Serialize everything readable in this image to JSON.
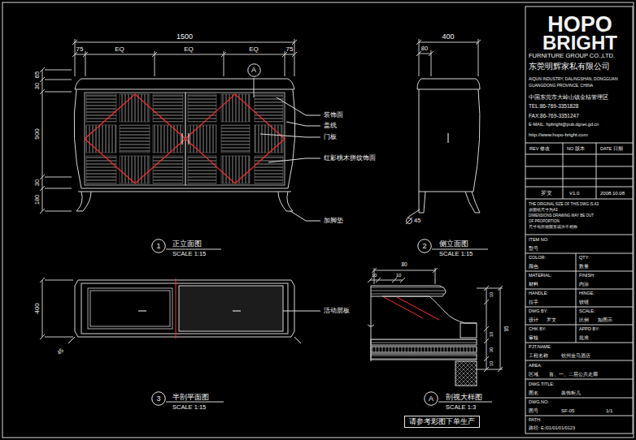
{
  "diagram": {
    "nodes": [
      {
        "text": [
          "A"
        ]
      },
      {
        "text": [
          "1"
        ]
      },
      {
        "text": [
          "2"
        ]
      },
      {
        "text": [
          "3"
        ]
      },
      {
        "text": [
          "A"
        ]
      },
      {
        "text": [
          "请参考彩图下单生产"
        ]
      }
    ],
    "labels": [
      "1500",
      "75",
      "EQ",
      "EQ",
      "EQ",
      "75",
      "65",
      "30",
      "900",
      "30",
      "180",
      "400",
      "80",
      "45",
      "装饰面",
      "盖线",
      "门板",
      "红影桃木拼纹饰面",
      "加脚垫",
      "正立面图",
      "SCALE 1:15",
      "侧立面图",
      "SCALE 1:15",
      "半剖平面图",
      "SCALE 1:15",
      "剖视大样图",
      "SCALE 1:3",
      "400",
      "45",
      "活动层板",
      "80",
      "10",
      "10",
      "10",
      "10",
      "95",
      "30",
      "10",
      "HOPO",
      "BRIGHT",
      "FURNITURE GROUP CO.,LTD.",
      "东莞明辉家私有限公司",
      "AIQUN INDUSTRY, DALINGSHAN, DONGGUAN",
      "GUANGDONG PROVINCE, CHINA",
      "中国东莞市大岭山镇金桔管理区",
      "TEL:86-769-3351828",
      "FAX:86-769-3351247",
      "E-MAIL: hpbright@pub.dgnet.gd.cn",
      "http://www.hopo-bright.com",
      "REV 修改",
      "NO 版本",
      "DATE 日期",
      "罗文",
      "V1.0",
      "2008.10.08",
      "THE ORIGINAL SIZE OF THIS DWG IS A3",
      "原图纸尺寸为A3",
      "DIMENSIONS DRAWING MAY BE OUT",
      "OF PROPORTION",
      "尺寸与所画图形或许不相称",
      "ITEM NO:",
      "型号",
      "COLOR:",
      "颜色",
      "QTY:",
      "数量",
      "MATERIAL:",
      "材料",
      "FINISH:",
      "内涂",
      "HANDLE:",
      "拉手",
      "HINGE:",
      "铰链",
      "DWG BY:",
      "设计",
      "罗文",
      "SCALE:",
      "比例",
      "如图示",
      "CHK BY:",
      "审核",
      "APPD BY:",
      "批准",
      "PJT.NAME:",
      "工程名称",
      "钦州金马酒店",
      "AREA:",
      "区域",
      "首、一、二层公共走廊",
      "DWG.TITLE:",
      "图名",
      "装饰柜几",
      "DWG.NO:",
      "图号",
      "SF-05",
      "1/1",
      "PATH:",
      "路径: E:/01/01/01/0123"
    ]
  }
}
